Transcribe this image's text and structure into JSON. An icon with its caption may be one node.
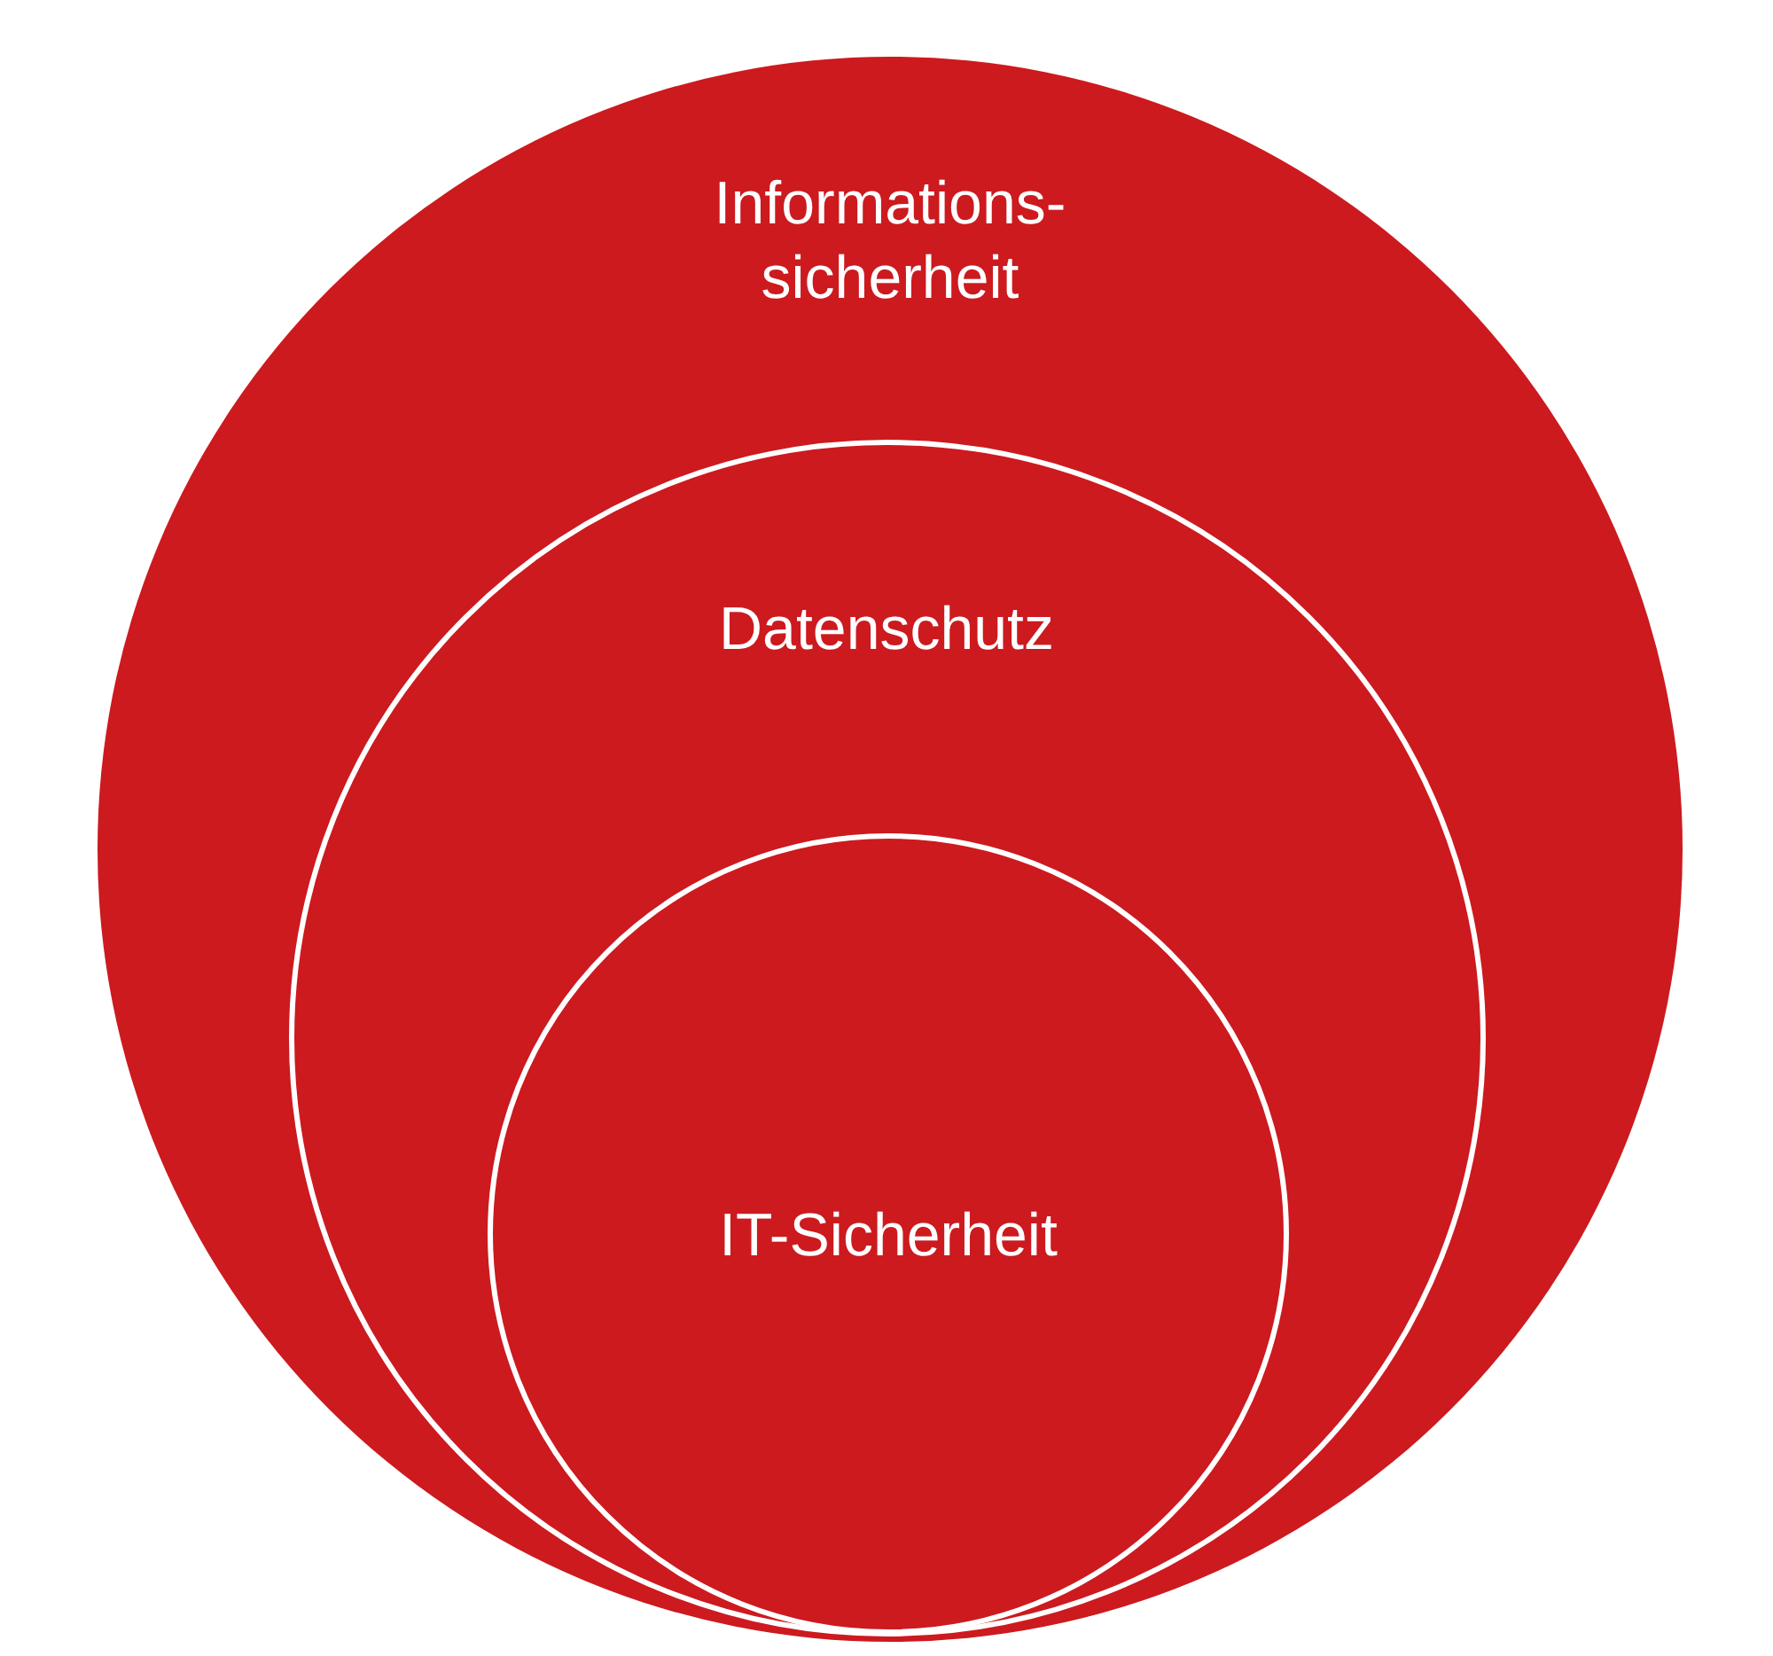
{
  "diagram": {
    "nodes": [
      {
        "text": [
          "Informations- sicherheit"
        ]
      },
      {
        "text": [
          "Datenschutz"
        ],
        "in": 0
      },
      {
        "text": [
          "IT-Sicherheit"
        ],
        "in": 1
      }
    ]
  }
}
